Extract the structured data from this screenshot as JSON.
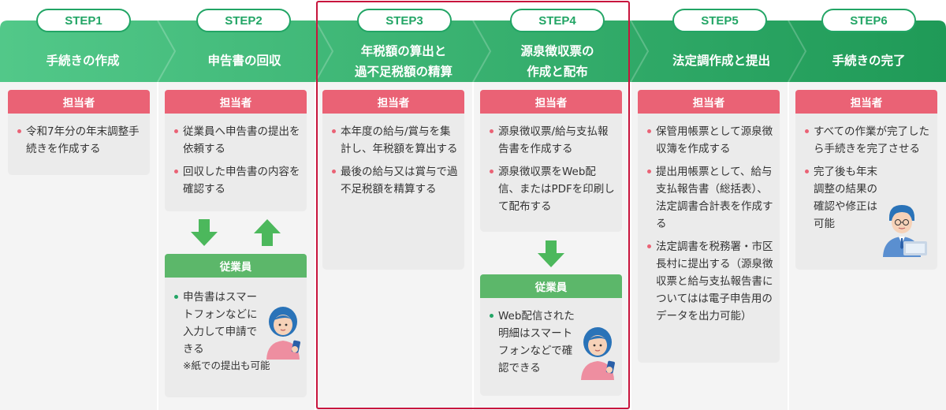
{
  "steps": [
    {
      "label": "STEP1",
      "title": "手続きの作成"
    },
    {
      "label": "STEP2",
      "title": "申告書の回収"
    },
    {
      "label": "STEP3",
      "title": "年税額の算出と\n過不足税額の精算"
    },
    {
      "label": "STEP4",
      "title": "源泉徴収票の\n作成と配布"
    },
    {
      "label": "STEP5",
      "title": "法定調作成と提出"
    },
    {
      "label": "STEP6",
      "title": "手続きの完了"
    }
  ],
  "roles": {
    "owner": "担当者",
    "employee": "従業員"
  },
  "owner_tasks": [
    [
      "令和7年分の年末調整手続きを作成する"
    ],
    [
      "従業員へ申告書の提出を依頼する",
      "回収した申告書の内容を確認する"
    ],
    [
      "本年度の給与/賞与を集計し、年税額を算出する",
      "最後の給与又は賞与で過不足税額を精算する"
    ],
    [
      "源泉徴収票/給与支払報告書を作成する",
      "源泉徴収票をWeb配信、またはPDFを印刷して配布する"
    ],
    [
      "保管用帳票として源泉徴収簿を作成する",
      "提出用帳票として、給与支払報告書（総括表）、法定調書合計表を作成する",
      "法定調書を税務署・市区長村に提出する（源泉徴収票と給与支払報告書についてはは電子申告用のデータを出力可能）"
    ],
    [
      "すべての作業が完了したら手続きを完了させる",
      "完了後も年末調整の結果の確認や修正は可能"
    ]
  ],
  "employee_tasks": {
    "step2": {
      "item": "申告書はスマートフォンなどに入力して申請できる",
      "note": "※紙での提出も可能"
    },
    "step4": {
      "item": "Web配信された明細はスマートフォンなどで確認できる"
    }
  },
  "colors": {
    "band_light": "#4cc484",
    "band_dark": "#1f9a57",
    "owner_red": "#ea6275",
    "employee_green": "#5cb76a",
    "arrow_green": "#4cb85c",
    "highlight": "#c8153d"
  }
}
